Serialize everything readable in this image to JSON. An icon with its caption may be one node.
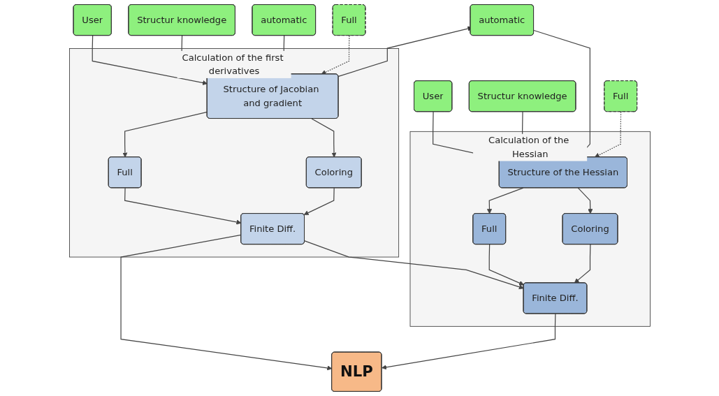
{
  "diagram": {
    "nodes": [
      {
        "text": [
          "User"
        ]
      },
      {
        "text": [
          "Structur knowledge"
        ]
      },
      {
        "text": [
          "automatic"
        ]
      },
      {
        "text": [
          "Full"
        ]
      },
      {
        "text": [
          "User"
        ]
      },
      {
        "text": [
          "Structur knowledge"
        ]
      },
      {
        "text": [
          "automatic"
        ]
      },
      {
        "text": [
          "Full"
        ]
      },
      {
        "text": [
          "Calculation of the first derivatives"
        ]
      },
      {
        "text": [
          "Structure of Jacobian and gradient"
        ],
        "in": 8
      },
      {
        "text": [
          "Full"
        ],
        "in": 8
      },
      {
        "text": [
          "Coloring"
        ],
        "in": 8
      },
      {
        "text": [
          "Finite Diff."
        ],
        "in": 8
      },
      {
        "text": [
          "Calculation of the Hessian"
        ]
      },
      {
        "text": [
          "Structure of the Hessian"
        ],
        "in": 13
      },
      {
        "text": [
          "Full"
        ],
        "in": 13
      },
      {
        "text": [
          "Coloring"
        ],
        "in": 13
      },
      {
        "text": [
          "Finite Diff."
        ],
        "in": 13
      },
      {
        "text": [
          "NLP"
        ]
      }
    ],
    "edges": [
      {
        "from": 0,
        "to": 9,
        "arrow": "to"
      },
      {
        "from": 1,
        "to": 9,
        "arrow": "to"
      },
      {
        "from": 2,
        "to": 9,
        "arrow": "to"
      },
      {
        "from": 3,
        "to": 9,
        "arrow": "to",
        "style": "dashed"
      },
      {
        "from": 9,
        "to": 6,
        "arrow": "to"
      },
      {
        "from": 9,
        "to": 10,
        "arrow": "to"
      },
      {
        "from": 9,
        "to": 11,
        "arrow": "to"
      },
      {
        "from": 10,
        "to": 12,
        "arrow": "to"
      },
      {
        "from": 11,
        "to": 12,
        "arrow": "to"
      },
      {
        "from": 12,
        "to": 17,
        "arrow": "to"
      },
      {
        "from": 12,
        "to": 18,
        "arrow": "to"
      },
      {
        "from": 4,
        "to": 14,
        "arrow": "to"
      },
      {
        "from": 5,
        "to": 14,
        "arrow": "to"
      },
      {
        "from": 6,
        "to": 14,
        "arrow": "to"
      },
      {
        "from": 7,
        "to": 14,
        "arrow": "to",
        "style": "dashed"
      },
      {
        "from": 14,
        "to": 15,
        "arrow": "to"
      },
      {
        "from": 14,
        "to": 16,
        "arrow": "to"
      },
      {
        "from": 15,
        "to": 17,
        "arrow": "to"
      },
      {
        "from": 16,
        "to": 17,
        "arrow": "to"
      },
      {
        "from": 17,
        "to": 18,
        "arrow": "to"
      }
    ]
  }
}
